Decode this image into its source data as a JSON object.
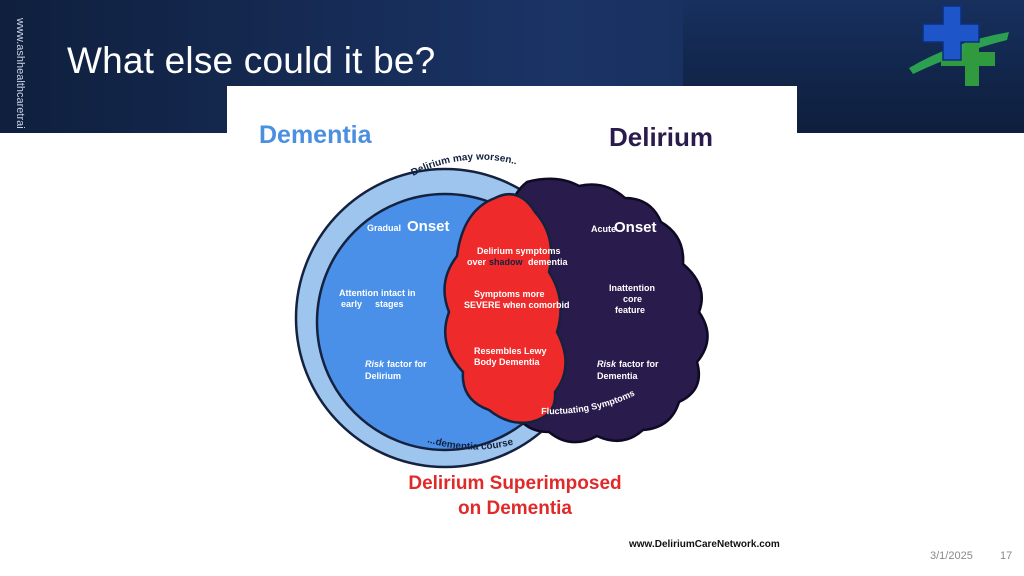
{
  "slide": {
    "vertical_url": "www.ashhealthcaretrai",
    "title": "What else could it be?",
    "date": "3/1/2025",
    "page_number": "17"
  },
  "diagram": {
    "dementia_title": "Dementia",
    "delirium_title": "Delirium",
    "arc_top": "Delirium may worsen..",
    "arc_bottom": "...dementia course",
    "left": {
      "onset_small": "Gradual",
      "onset_big": "Onset",
      "attention_1": "Attention intact in",
      "attention_2a": "early",
      "attention_2b": "stages",
      "risk_italic": "Risk",
      "risk_rest": "factor for",
      "risk_2": "Delirium"
    },
    "center": {
      "symptoms_1": "Delirium symptoms",
      "over": "over",
      "shadow": "shadow",
      "dementia": "dementia",
      "severe_1": "Symptoms more",
      "severe_2": "SEVERE when comorbid",
      "lewy_1": "Resembles Lewy",
      "lewy_2": "Body Dementia"
    },
    "right": {
      "onset_small": "Acute",
      "onset_big": "Onset",
      "inattention_1": "Inattention",
      "inattention_2": "core",
      "inattention_3": "feature",
      "risk_italic": "Risk",
      "risk_rest": "factor for",
      "risk_2": "Dementia",
      "fluctuating": "Fluctuating Symptoms"
    },
    "caption_1": "Delirium Superimposed",
    "caption_2": "on Dementia",
    "source_url": "www.DeliriumCareNetwork.com"
  },
  "colors": {
    "dementia_blue": "#4a90e8",
    "dementia_title": "#4a8fe0",
    "delirium_purple": "#2a1b4d",
    "overlap_red": "#ef2a2a",
    "caption_red": "#e02a2a",
    "ring_blue": "#9ec5ee"
  }
}
